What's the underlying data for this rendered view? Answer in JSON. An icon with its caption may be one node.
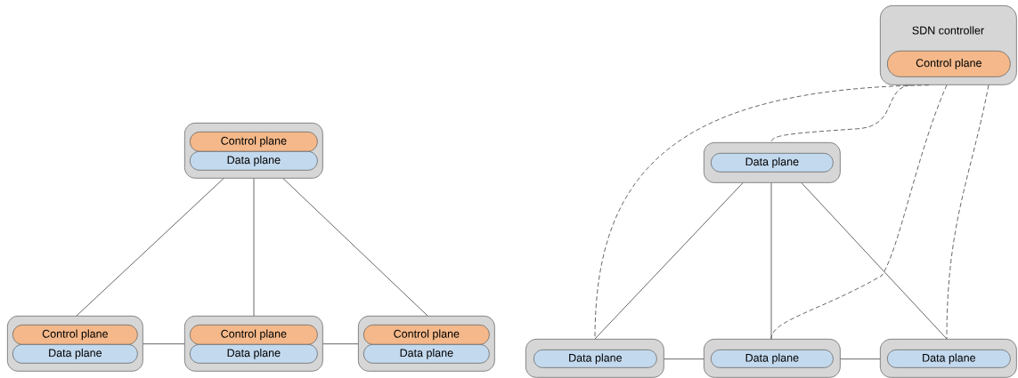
{
  "diagram": {
    "nodes": [
      {
        "text": [],
        "shape": "box"
      },
      {
        "text": [
          "Control plane"
        ],
        "in": 0
      },
      {
        "text": [
          "Data plane"
        ],
        "in": 0
      },
      {
        "text": [],
        "shape": "box"
      },
      {
        "text": [
          "Control plane"
        ],
        "in": 3
      },
      {
        "text": [
          "Data plane"
        ],
        "in": 3
      },
      {
        "text": [],
        "shape": "box"
      },
      {
        "text": [
          "Control plane"
        ],
        "in": 6
      },
      {
        "text": [
          "Data plane"
        ],
        "in": 6
      },
      {
        "text": [],
        "shape": "box"
      },
      {
        "text": [
          "Control plane"
        ],
        "in": 9
      },
      {
        "text": [
          "Data plane"
        ],
        "in": 9
      },
      {
        "text": [
          "SDN controller"
        ]
      },
      {
        "text": [
          "Control plane"
        ],
        "in": 12
      },
      {
        "text": [],
        "shape": "box"
      },
      {
        "text": [
          "Data plane"
        ],
        "in": 14
      },
      {
        "text": [],
        "shape": "box"
      },
      {
        "text": [
          "Data plane"
        ],
        "in": 16
      },
      {
        "text": [],
        "shape": "box"
      },
      {
        "text": [
          "Data plane"
        ],
        "in": 18
      },
      {
        "text": [],
        "shape": "box"
      },
      {
        "text": [
          "Data plane"
        ],
        "in": 20
      }
    ],
    "edges": [
      {
        "from": 0,
        "to": 3,
        "arrow": "none"
      },
      {
        "from": 0,
        "to": 6,
        "arrow": "none"
      },
      {
        "from": 0,
        "to": 9,
        "arrow": "none"
      },
      {
        "from": 3,
        "to": 6,
        "arrow": "none"
      },
      {
        "from": 6,
        "to": 9,
        "arrow": "none"
      },
      {
        "from": 14,
        "to": 16,
        "arrow": "none"
      },
      {
        "from": 14,
        "to": 18,
        "arrow": "none"
      },
      {
        "from": 14,
        "to": 20,
        "arrow": "none"
      },
      {
        "from": 16,
        "to": 18,
        "arrow": "none"
      },
      {
        "from": 18,
        "to": 20,
        "arrow": "none"
      },
      {
        "from": 12,
        "to": 16,
        "arrow": "none",
        "style": "dashed"
      },
      {
        "from": 12,
        "to": 14,
        "arrow": "none",
        "style": "dashed"
      },
      {
        "from": 12,
        "to": 18,
        "arrow": "none",
        "style": "dashed"
      },
      {
        "from": 12,
        "to": 20,
        "arrow": "none",
        "style": "dashed"
      }
    ]
  }
}
